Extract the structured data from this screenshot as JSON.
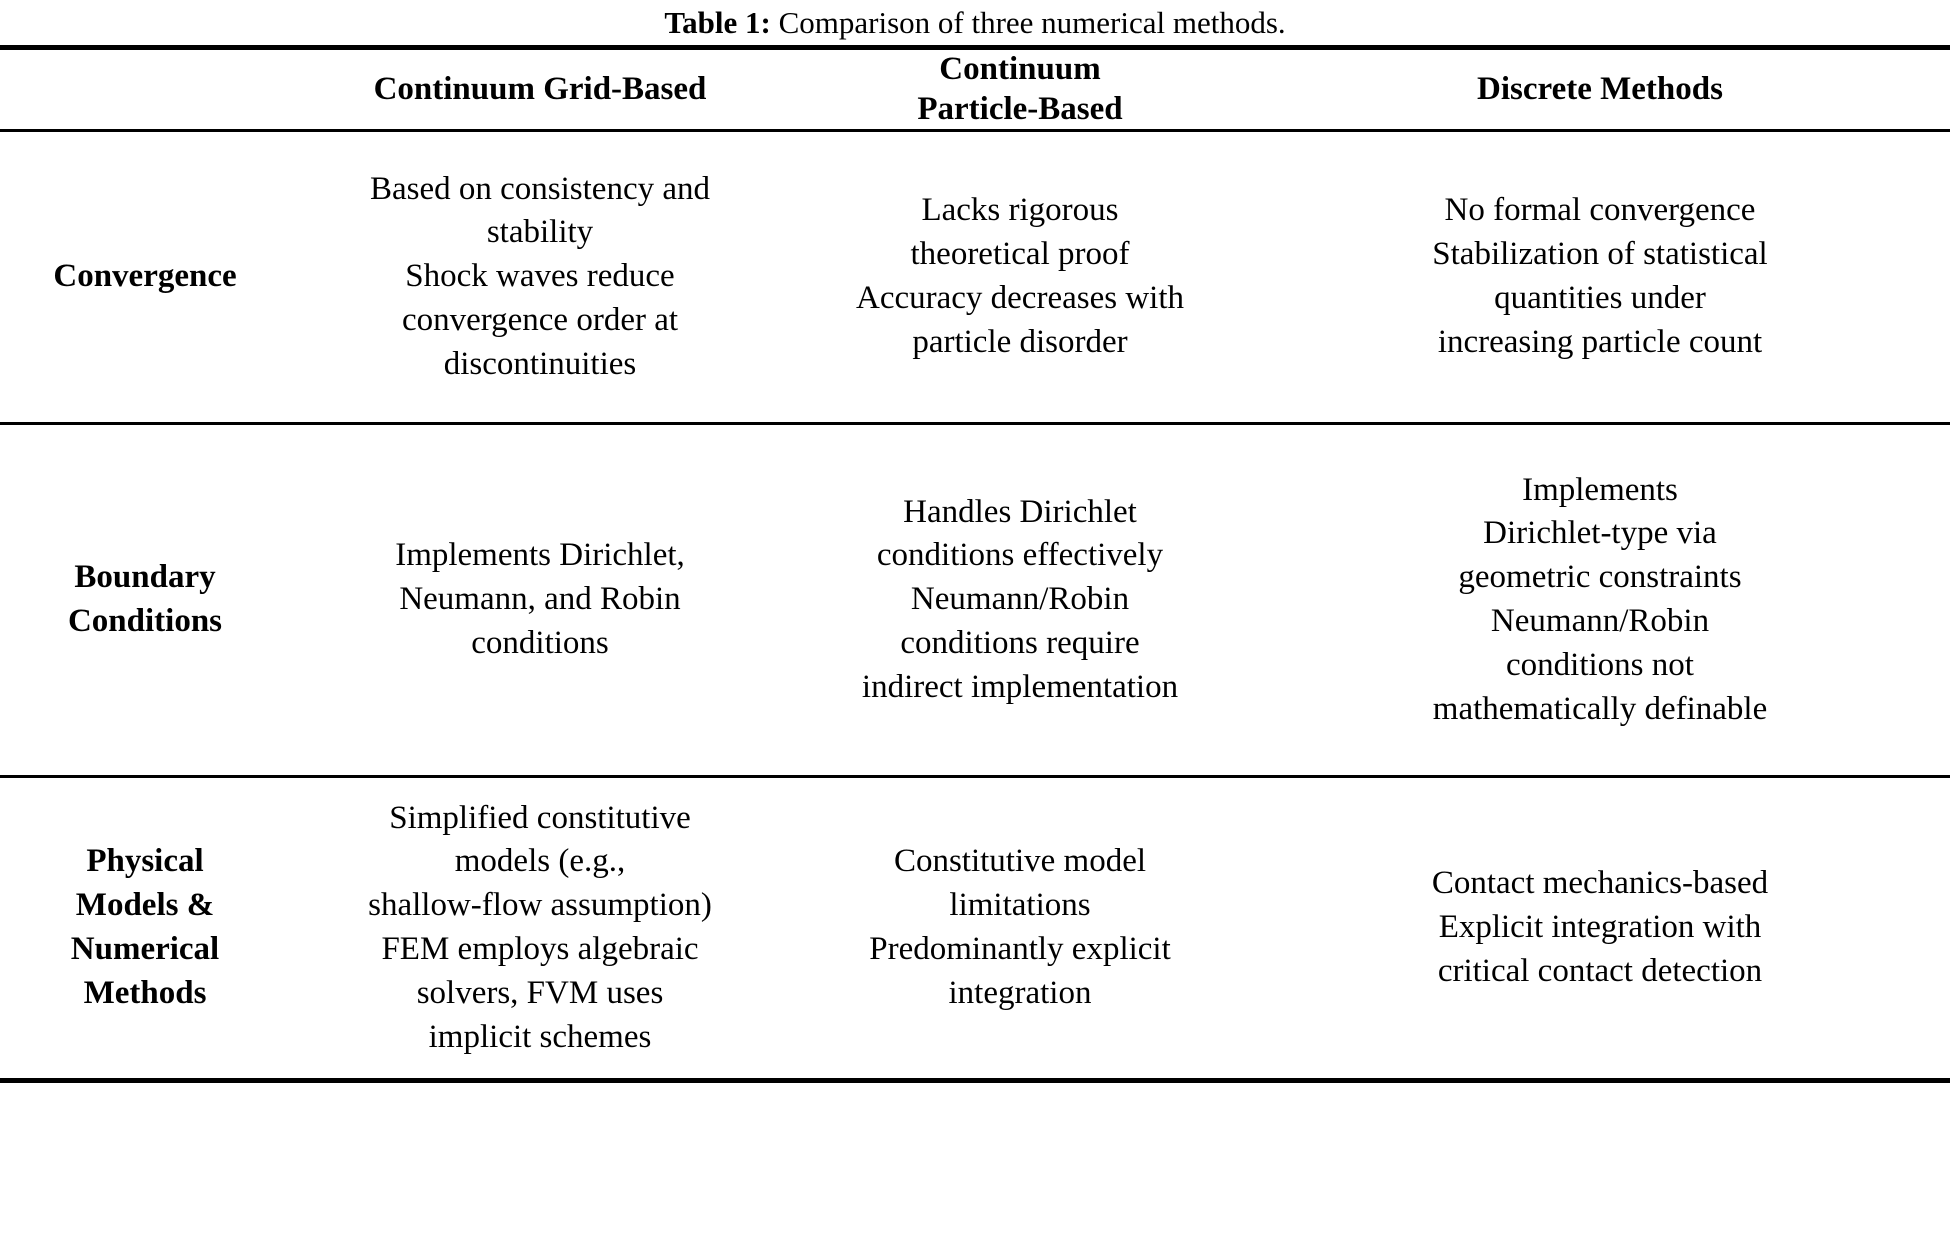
{
  "caption": {
    "label": "Table 1:",
    "text": "Comparison of three numerical methods."
  },
  "table": {
    "columns": [
      {
        "header": ""
      },
      {
        "header": "Continuum Grid-Based"
      },
      {
        "header_line1": "Continuum",
        "header_line2": "Particle-Based"
      },
      {
        "header": "Discrete Methods"
      }
    ],
    "rows": [
      {
        "label_lines": [
          "Convergence"
        ],
        "cells": [
          {
            "lines": [
              "Based on consistency and",
              "stability",
              "Shock waves reduce",
              "convergence order at",
              "discontinuities"
            ]
          },
          {
            "lines": [
              "Lacks rigorous",
              "theoretical proof",
              "Accuracy decreases with",
              "particle disorder"
            ]
          },
          {
            "lines": [
              "No formal convergence",
              "Stabilization of statistical",
              "quantities under",
              "increasing particle count"
            ]
          }
        ]
      },
      {
        "label_lines": [
          "Boundary",
          "Conditions"
        ],
        "cells": [
          {
            "lines": [
              "Implements Dirichlet,",
              "Neumann, and Robin",
              "conditions"
            ]
          },
          {
            "lines": [
              "Handles Dirichlet",
              "conditions effectively",
              "Neumann/Robin",
              "conditions require",
              "indirect implementation"
            ]
          },
          {
            "lines": [
              "Implements",
              "Dirichlet-type via",
              "geometric constraints",
              "Neumann/Robin",
              "conditions not",
              "mathematically definable"
            ]
          }
        ]
      },
      {
        "label_lines": [
          "Physical",
          "Models &",
          "Numerical",
          "Methods"
        ],
        "cells": [
          {
            "lines": [
              "Simplified constitutive",
              "models (e.g.,",
              "shallow-flow assumption)",
              "FEM employs algebraic",
              "solvers, FVM uses",
              "implicit schemes"
            ]
          },
          {
            "lines": [
              "Constitutive model",
              "limitations",
              "Predominantly explicit",
              "integration"
            ]
          },
          {
            "lines": [
              "Contact mechanics-based",
              "Explicit integration with",
              "critical contact detection"
            ]
          }
        ]
      }
    ]
  },
  "colors": {
    "text": "#000000",
    "rule": "#000000",
    "background": "#ffffff"
  }
}
